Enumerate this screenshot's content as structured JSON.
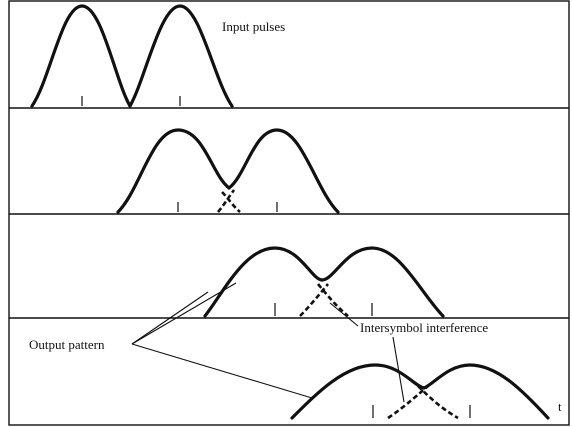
{
  "labels": {
    "input_pulses": "Input pulses",
    "output_pattern": "Output pattern",
    "intersymbol_interference": "Intersymbol interference",
    "time_axis": "t"
  },
  "panels": [
    {
      "name": "panel-1",
      "pulses": 2,
      "overlap": false
    },
    {
      "name": "panel-2",
      "pulses": 2,
      "overlap": true
    },
    {
      "name": "panel-3",
      "pulses": 2,
      "overlap": true
    },
    {
      "name": "panel-4",
      "pulses": 2,
      "overlap": true
    }
  ]
}
